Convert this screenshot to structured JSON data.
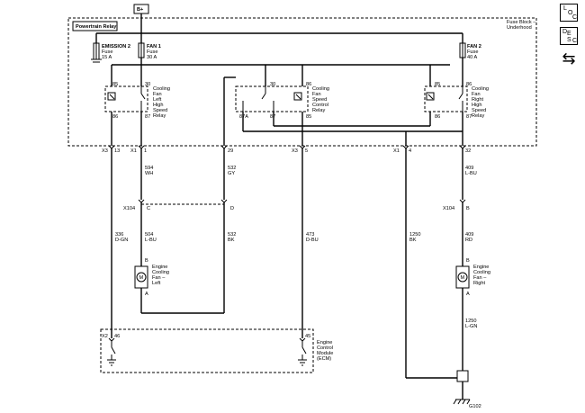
{
  "supply": "B+",
  "fuse_block": {
    "line1": "Fuse Block –",
    "line2": "Underhood"
  },
  "powertrain_relay": "Powertrain Relay",
  "fuses": [
    {
      "id": "emission",
      "name": "EMISSION 2",
      "type": "Fuse",
      "rating": "15 A"
    },
    {
      "id": "fan1",
      "name": "FAN 1",
      "type": "Fuse",
      "rating": "30 A"
    },
    {
      "id": "fan2",
      "name": "FAN 2",
      "type": "Fuse",
      "rating": "40 A"
    }
  ],
  "relays": [
    {
      "id": "left-high",
      "lines": [
        "Cooling",
        "Fan",
        "Left",
        "High",
        "Speed",
        "Relay"
      ],
      "pins": {
        "tl": "85",
        "tr": "30",
        "bl": "86",
        "br": "87"
      }
    },
    {
      "id": "speed-control",
      "lines": [
        "Cooling",
        "Fan",
        "Speed",
        "Control",
        "Relay"
      ],
      "pins": {
        "tl": "30",
        "tr": "86",
        "bl": "87A",
        "bm": "87",
        "br": "85"
      }
    },
    {
      "id": "right-high",
      "lines": [
        "Cooling",
        "Fan",
        "Right",
        "High",
        "Speed",
        "Relay"
      ],
      "pins": {
        "tl": "85",
        "tr": "86",
        "bl": "86",
        "br": "87"
      }
    }
  ],
  "connector_labels": {
    "x3a": "X3",
    "x3a_pin": "13",
    "x1a": "X1",
    "x1a_pin": "1",
    "pin29": "29",
    "x3b": "X3",
    "x3b_pin": "5",
    "x1b": "X1",
    "x1b_pin": "4",
    "pin32": "32",
    "x104_left": "X104",
    "x104_c": "C",
    "x104_d": "D",
    "x104_right": "X104",
    "x104_b": "B",
    "x2": "X2",
    "x2_pin": "46",
    "ecm_pin": "45"
  },
  "wires": {
    "w594": {
      "num": "594",
      "color": "WH"
    },
    "w532a": {
      "num": "532",
      "color": "GY"
    },
    "w409a": {
      "num": "409",
      "color": "L-BU"
    },
    "w336": {
      "num": "336",
      "color": "D-GN"
    },
    "w504": {
      "num": "504",
      "color": "L-BU"
    },
    "w532b": {
      "num": "532",
      "color": "BK"
    },
    "w473": {
      "num": "473",
      "color": "D-BU"
    },
    "w1250a": {
      "num": "1250",
      "color": "BK"
    },
    "w409b": {
      "num": "409",
      "color": "RD"
    },
    "w1250b": {
      "num": "1250",
      "color": "L-GN"
    }
  },
  "motor_left": {
    "lines": [
      "Engine",
      "Cooling",
      "Fan –",
      "Left"
    ],
    "symbol": "M",
    "pin_top": "B",
    "pin_bottom": "A"
  },
  "motor_right": {
    "lines": [
      "Engine",
      "Cooling",
      "Fan –",
      "Right"
    ],
    "symbol": "M",
    "pin_top": "B",
    "pin_bottom": "A"
  },
  "ecm": {
    "lines": [
      "Engine",
      "Control",
      "Module",
      "(ECM)"
    ]
  },
  "ground": "G102",
  "side_icons": [
    {
      "id": "loc",
      "a": "L",
      "b": "O",
      "c": "C"
    },
    {
      "id": "desc",
      "a": "D",
      "b": "E",
      "c": "S",
      "d": "C"
    },
    {
      "id": "flow",
      "glyph": "⇆"
    }
  ]
}
